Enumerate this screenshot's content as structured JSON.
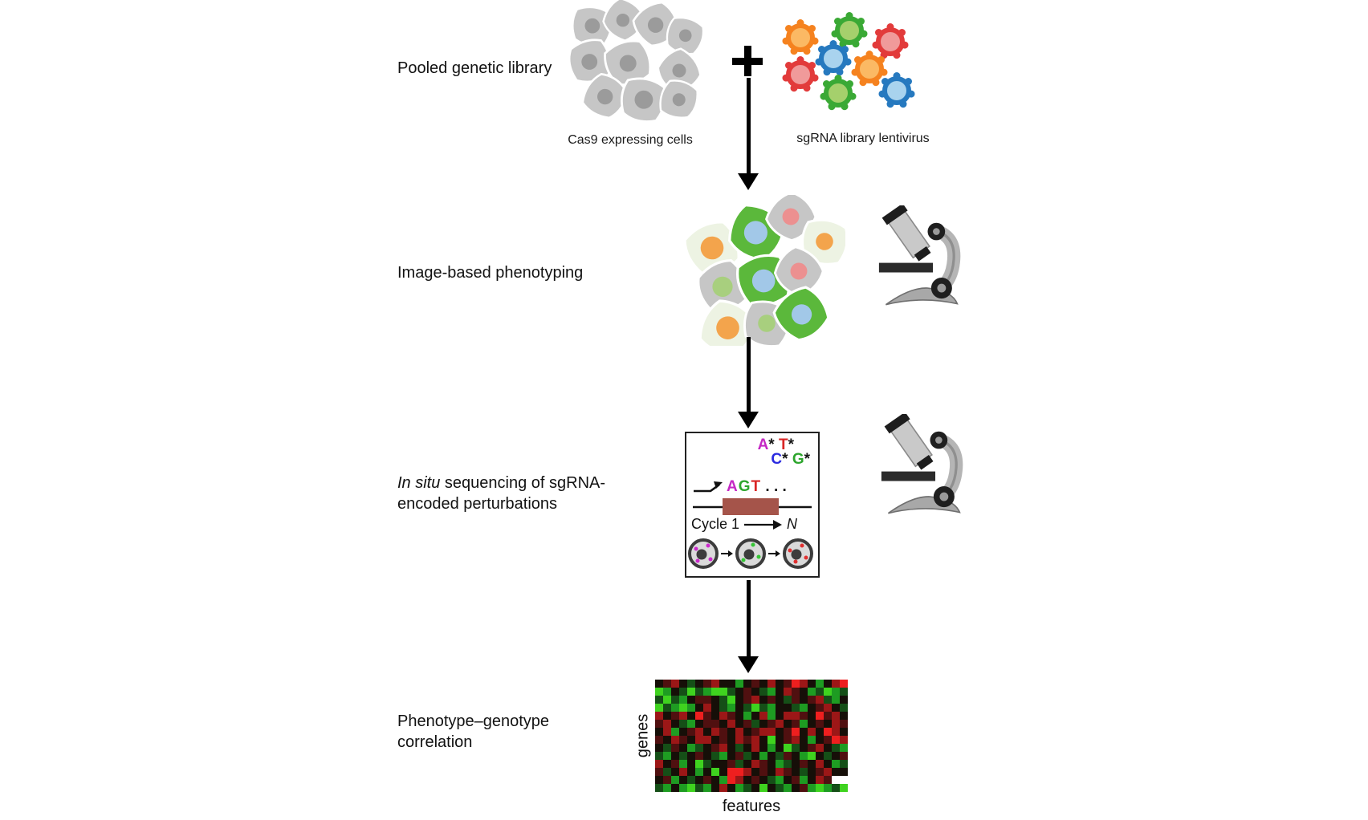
{
  "palette": {
    "css_vars": {
      "cell-gray": "#c6c6c6",
      "nucleus-gray": "#9b9b9b",
      "cell-pale": "#edf3e3",
      "cell-green": "#5bb83b",
      "nuc-orange": "#f3a44c",
      "nuc-blue": "#a2c8e8",
      "nuc-red": "#ec9090",
      "nuc-lgreen": "#a8cf7e",
      "virus-orange-dk": "#f5821f",
      "virus-orange-lt": "#fbb964",
      "virus-green-dk": "#3aa935",
      "virus-green-lt": "#a5d06c",
      "virus-red-dk": "#e23b3b",
      "virus-red-lt": "#f09a9a",
      "virus-blue-dk": "#2679bf",
      "virus-blue-lt": "#a9d3ee"
    },
    "letters": {
      "magenta": "#c428c4",
      "red": "#d92525",
      "blue": "#2b2be0",
      "green": "#2da52d",
      "black": "#161616"
    },
    "brick": "#a5544a",
    "arrow_black": "#000000"
  },
  "icons": {
    "plus_icon": "+",
    "flow_arrow_icon": "down-arrow",
    "microscope_icon": "microscope"
  },
  "sections": {
    "pooled": {
      "label": "Pooled genetic library",
      "cells_caption": "Cas9 expressing cells",
      "virus_caption": "sgRNA library lentivirus"
    },
    "phenotyping": {
      "label": "Image-based phenotyping"
    },
    "sequencing": {
      "label_italic": "In situ",
      "label_rest": " sequencing of sgRNA-",
      "label_line2": "encoded perturbations",
      "box": {
        "corner_line1": [
          {
            "t": "A",
            "c": "magenta"
          },
          {
            "t": "* ",
            "c": "black"
          },
          {
            "t": "T",
            "c": "red"
          },
          {
            "t": "*",
            "c": "black"
          }
        ],
        "corner_line2": [
          {
            "t": "C",
            "c": "blue"
          },
          {
            "t": "* ",
            "c": "black"
          },
          {
            "t": "G",
            "c": "green"
          },
          {
            "t": "*",
            "c": "black"
          }
        ],
        "read": [
          {
            "t": "A",
            "c": "magenta"
          },
          {
            "t": "G",
            "c": "green"
          },
          {
            "t": "T",
            "c": "red"
          },
          {
            "t": " . . .",
            "c": "black"
          }
        ],
        "cycle_prefix": "Cycle 1",
        "cycle_n": "N"
      }
    },
    "correlation": {
      "label_line1": "Phenotype–genotype",
      "label_line2": "correlation",
      "y_axis": "genes",
      "x_axis": "features"
    }
  },
  "heatmap": {
    "cols": 24,
    "rows_count": 14,
    "colors": {
      "K": "#160f08",
      "R": "#ee1f1f",
      "r": "#9c1717",
      "d": "#501010",
      "G": "#3fd31f",
      "g": "#1e9c22",
      "e": "#154f17",
      "W": "#ffffff"
    },
    "rows": [
      "KdrKeKdrKKgKdKrKdRrKgKrR",
      "GgKeGegGGeKdKegKrdKgeGge",
      "eGegKddKeGKdrKdKedKdregK",
      "GegGgKrKegKeGegKKegKdrKe",
      "rKdrKRdKrdKgKrgKrrdKRdrK",
      "drKegKddKrKdeKdrKdgKdKrd",
      "KrgKdrKrdKrKdrrKdRKrKRrK",
      "dKrdKrrKdKrdrKGKdrKgKdRr",
      "KedKgeKdrKeKrKgKGeKdrKeg",
      "egKeKdKegKdeKgKedKgGKeKd",
      "rKdgKGeKKdeKrdKgeKdKrKge",
      "deKrKgKGKRRrKdKrdKeKdrKK",
      "KdgKeKdKgRrKdKegKdgKrdWW",
      "egKgGegKrKgeKGKegKdgGgeG"
    ]
  }
}
